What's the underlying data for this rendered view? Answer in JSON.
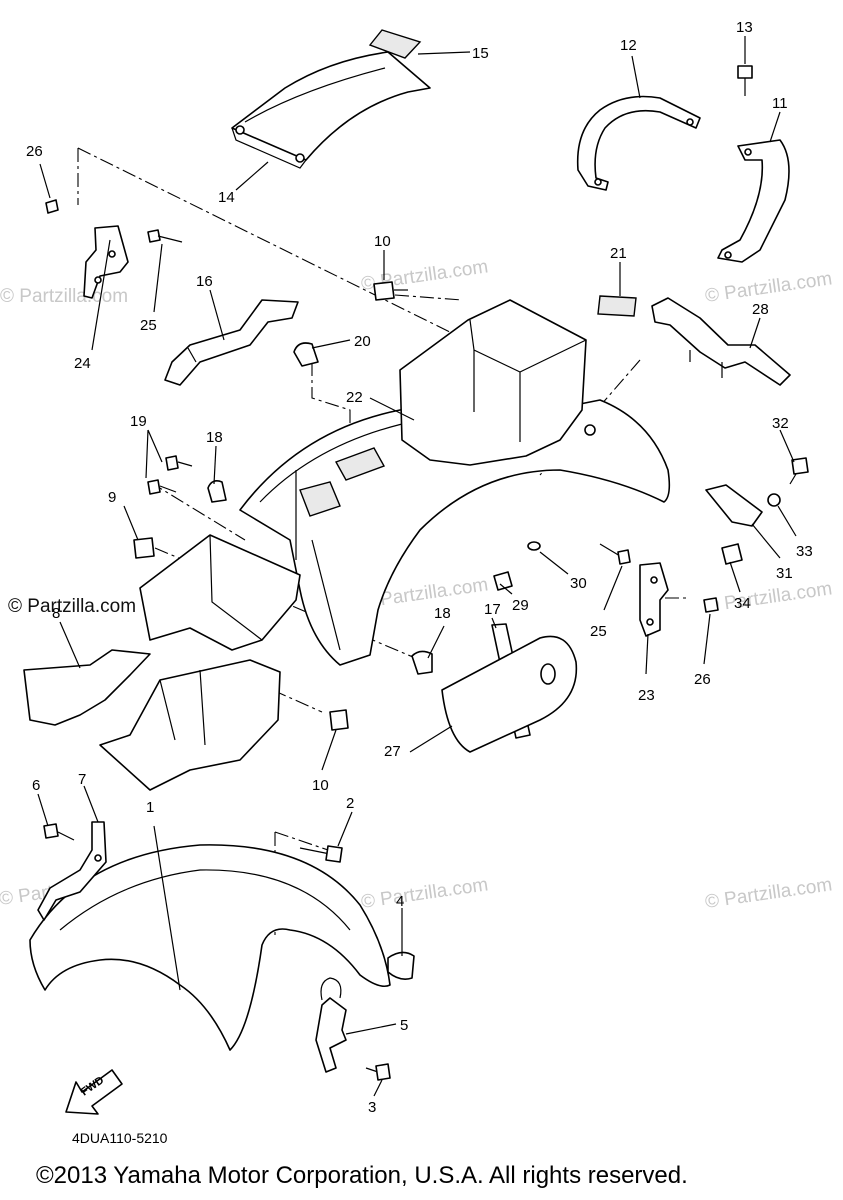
{
  "diagram": {
    "code": "4DUA110-5210",
    "copyright": "©2013 Yamaha Motor Corporation, U.S.A. All rights reserved.",
    "watermark_text": "© Partzilla.com",
    "watermark_alt": "© Partzilla.com",
    "fwd_label": "FWD",
    "callouts": [
      {
        "id": "1",
        "label": "1"
      },
      {
        "id": "2",
        "label": "2"
      },
      {
        "id": "3",
        "label": "3"
      },
      {
        "id": "4",
        "label": "4"
      },
      {
        "id": "5",
        "label": "5"
      },
      {
        "id": "6",
        "label": "6"
      },
      {
        "id": "7",
        "label": "7"
      },
      {
        "id": "8",
        "label": "8"
      },
      {
        "id": "9",
        "label": "9"
      },
      {
        "id": "10a",
        "label": "10"
      },
      {
        "id": "10b",
        "label": "10"
      },
      {
        "id": "11",
        "label": "11"
      },
      {
        "id": "12",
        "label": "12"
      },
      {
        "id": "13",
        "label": "13"
      },
      {
        "id": "14",
        "label": "14"
      },
      {
        "id": "15",
        "label": "15"
      },
      {
        "id": "16",
        "label": "16"
      },
      {
        "id": "17",
        "label": "17"
      },
      {
        "id": "18a",
        "label": "18"
      },
      {
        "id": "18b",
        "label": "18"
      },
      {
        "id": "19",
        "label": "19"
      },
      {
        "id": "20",
        "label": "20"
      },
      {
        "id": "21",
        "label": "21"
      },
      {
        "id": "22",
        "label": "22"
      },
      {
        "id": "23",
        "label": "23"
      },
      {
        "id": "24",
        "label": "24"
      },
      {
        "id": "25a",
        "label": "25"
      },
      {
        "id": "25b",
        "label": "25"
      },
      {
        "id": "26a",
        "label": "26"
      },
      {
        "id": "26b",
        "label": "26"
      },
      {
        "id": "27",
        "label": "27"
      },
      {
        "id": "28",
        "label": "28"
      },
      {
        "id": "29",
        "label": "29"
      },
      {
        "id": "30",
        "label": "30"
      },
      {
        "id": "31",
        "label": "31"
      },
      {
        "id": "32",
        "label": "32"
      },
      {
        "id": "33",
        "label": "33"
      },
      {
        "id": "34",
        "label": "34"
      }
    ]
  }
}
